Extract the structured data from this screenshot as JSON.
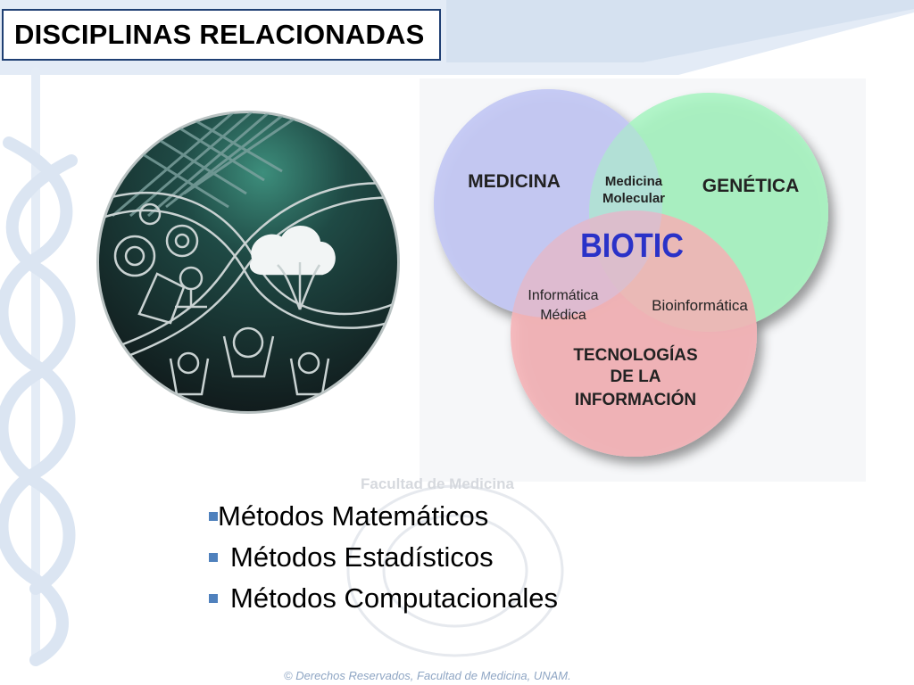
{
  "slide": {
    "title": "DISCIPLINAS RELACIONADAS",
    "watermark_label": "Facultad de Medicina",
    "footer": "© Derechos Reservados, Facultad de Medicina, UNAM."
  },
  "venn": {
    "center": "BIOTIC",
    "circles": {
      "medicina": "MEDICINA",
      "genetica": "GENÉTICA",
      "tecnologias": [
        "TECNOLOGÍAS",
        "DE LA",
        "INFORMACIÓN"
      ]
    },
    "overlaps": {
      "medicina_genetica": [
        "Medicina",
        "Molecular"
      ],
      "medicina_tecnologias": [
        "Informática",
        "Médica"
      ],
      "genetica_tecnologias": "Bioinformática"
    },
    "colors": {
      "medicina": "#c3c8f4",
      "genetica": "#a6f5bf",
      "tecnologias": "#f6b0b5",
      "center_text": "#2a32c8"
    }
  },
  "bullets": [
    {
      "text": "Métodos Matemáticos"
    },
    {
      "text": "Métodos Estadísticos"
    },
    {
      "text": "Métodos Computacionales"
    }
  ],
  "colors": {
    "title_border": "#1f3f73",
    "bullet": "#4f81bd",
    "background_accent": "#dde7f4"
  },
  "icons": {
    "emblem": "biotechnology-emblem-icon",
    "background": "caduceus-watermark-icon"
  }
}
